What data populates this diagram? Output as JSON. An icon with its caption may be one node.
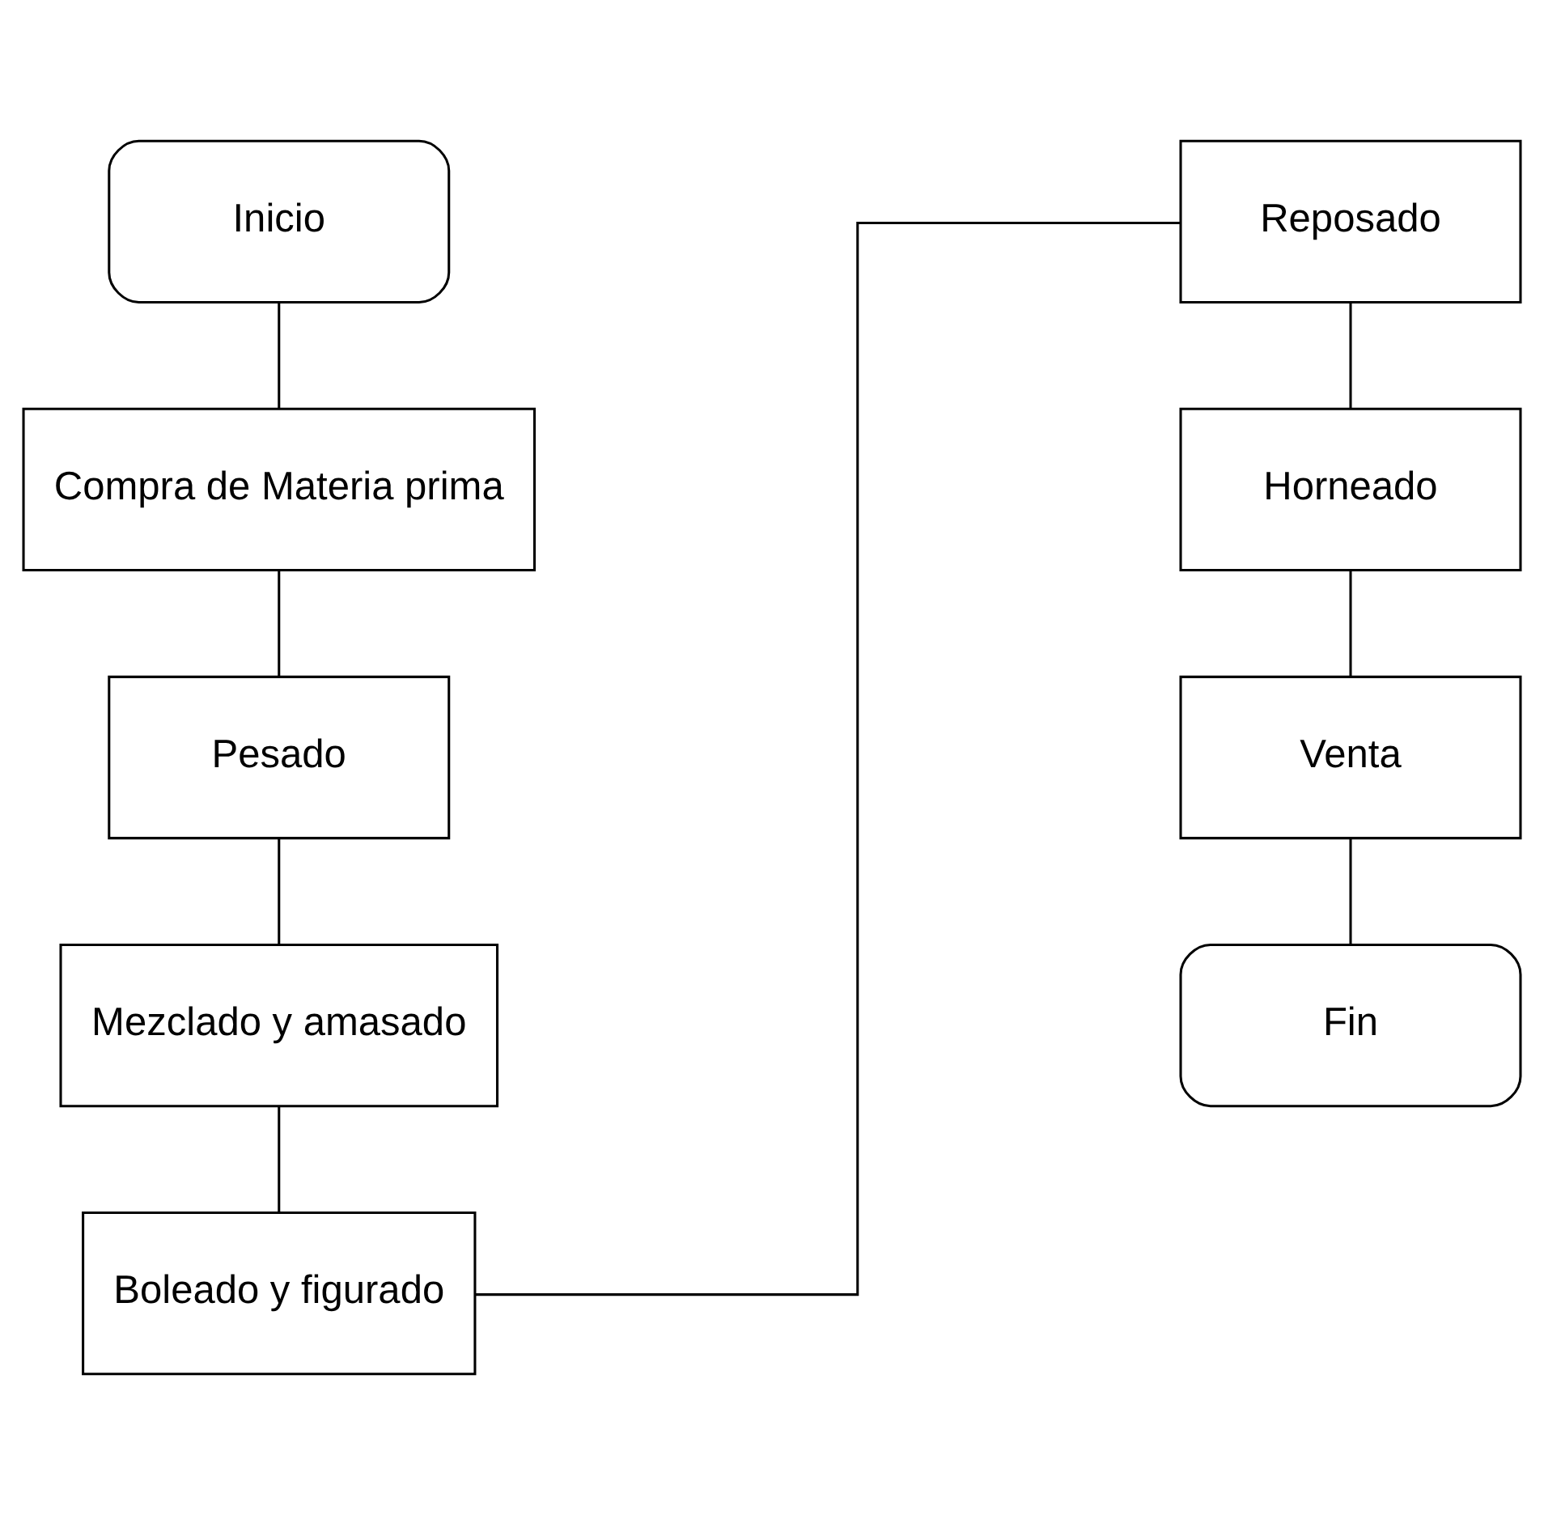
{
  "diagram": {
    "nodes": [
      {
        "text": [
          "Inicio"
        ]
      },
      {
        "text": [
          "Compra de Materia prima"
        ]
      },
      {
        "text": [
          "Pesado"
        ]
      },
      {
        "text": [
          "Mezclado y amasado"
        ]
      },
      {
        "text": [
          "Boleado y figurado"
        ]
      },
      {
        "text": [
          "Reposado"
        ]
      },
      {
        "text": [
          "Horneado"
        ]
      },
      {
        "text": [
          "Venta"
        ]
      },
      {
        "text": [
          "Fin"
        ]
      }
    ],
    "edges": [
      {
        "from": 0,
        "to": 1,
        "arrow": "none"
      },
      {
        "from": 1,
        "to": 2,
        "arrow": "none"
      },
      {
        "from": 2,
        "to": 3,
        "arrow": "none"
      },
      {
        "from": 3,
        "to": 4,
        "arrow": "none"
      },
      {
        "from": 4,
        "to": 5,
        "arrow": "none"
      },
      {
        "from": 5,
        "to": 6,
        "arrow": "none"
      },
      {
        "from": 6,
        "to": 7,
        "arrow": "none"
      },
      {
        "from": 7,
        "to": 8,
        "arrow": "none"
      }
    ]
  }
}
